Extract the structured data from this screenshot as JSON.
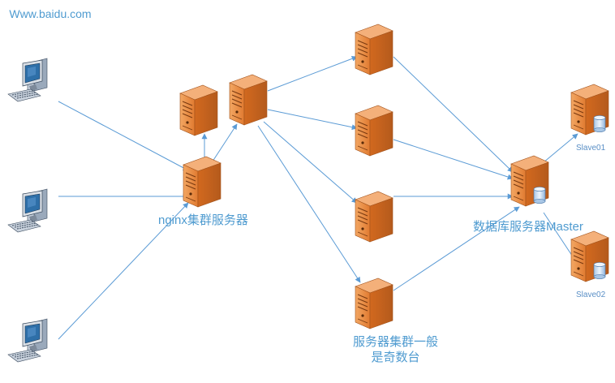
{
  "labels": {
    "domain": "Www.baidu.com",
    "nginx": "nginx集群服务器",
    "app_servers": "服务器集群一般是奇数台",
    "db_master": "数据库服务器Master",
    "slave1": "Slave01",
    "slave2": "Slave02"
  },
  "nodes": [
    {
      "id": "client1",
      "kind": "client"
    },
    {
      "id": "client2",
      "kind": "client"
    },
    {
      "id": "client3",
      "kind": "client"
    },
    {
      "id": "nginx-primary",
      "kind": "server"
    },
    {
      "id": "nginx-backup",
      "kind": "server"
    },
    {
      "id": "nginx-router",
      "kind": "server"
    },
    {
      "id": "app1",
      "kind": "server"
    },
    {
      "id": "app2",
      "kind": "server"
    },
    {
      "id": "app3",
      "kind": "server"
    },
    {
      "id": "app4",
      "kind": "server"
    },
    {
      "id": "db-master",
      "kind": "db-server"
    },
    {
      "id": "db-slave01",
      "kind": "db-server"
    },
    {
      "id": "db-slave02",
      "kind": "db-server"
    }
  ],
  "edges": [
    {
      "from": "client1",
      "to": "nginx-primary"
    },
    {
      "from": "client2",
      "to": "nginx-primary"
    },
    {
      "from": "client3",
      "to": "nginx-primary"
    },
    {
      "from": "nginx-primary",
      "to": "nginx-backup"
    },
    {
      "from": "nginx-primary",
      "to": "nginx-router"
    },
    {
      "from": "nginx-router",
      "to": "app1"
    },
    {
      "from": "nginx-router",
      "to": "app2"
    },
    {
      "from": "nginx-router",
      "to": "app3"
    },
    {
      "from": "nginx-router",
      "to": "app4"
    },
    {
      "from": "app1",
      "to": "db-master"
    },
    {
      "from": "app2",
      "to": "db-master"
    },
    {
      "from": "app3",
      "to": "db-master"
    },
    {
      "from": "app4",
      "to": "db-master"
    },
    {
      "from": "db-master",
      "to": "db-slave01"
    },
    {
      "from": "db-master",
      "to": "db-slave02"
    }
  ],
  "colors": {
    "server_body": "#e8843a",
    "server_front": "#f09a55",
    "server_top": "#f4b07a",
    "server_edge": "#a2531c",
    "line": "#5b9bd5",
    "monitor": "#2e6fa8",
    "db_cylinder": "#d6e6f5"
  }
}
